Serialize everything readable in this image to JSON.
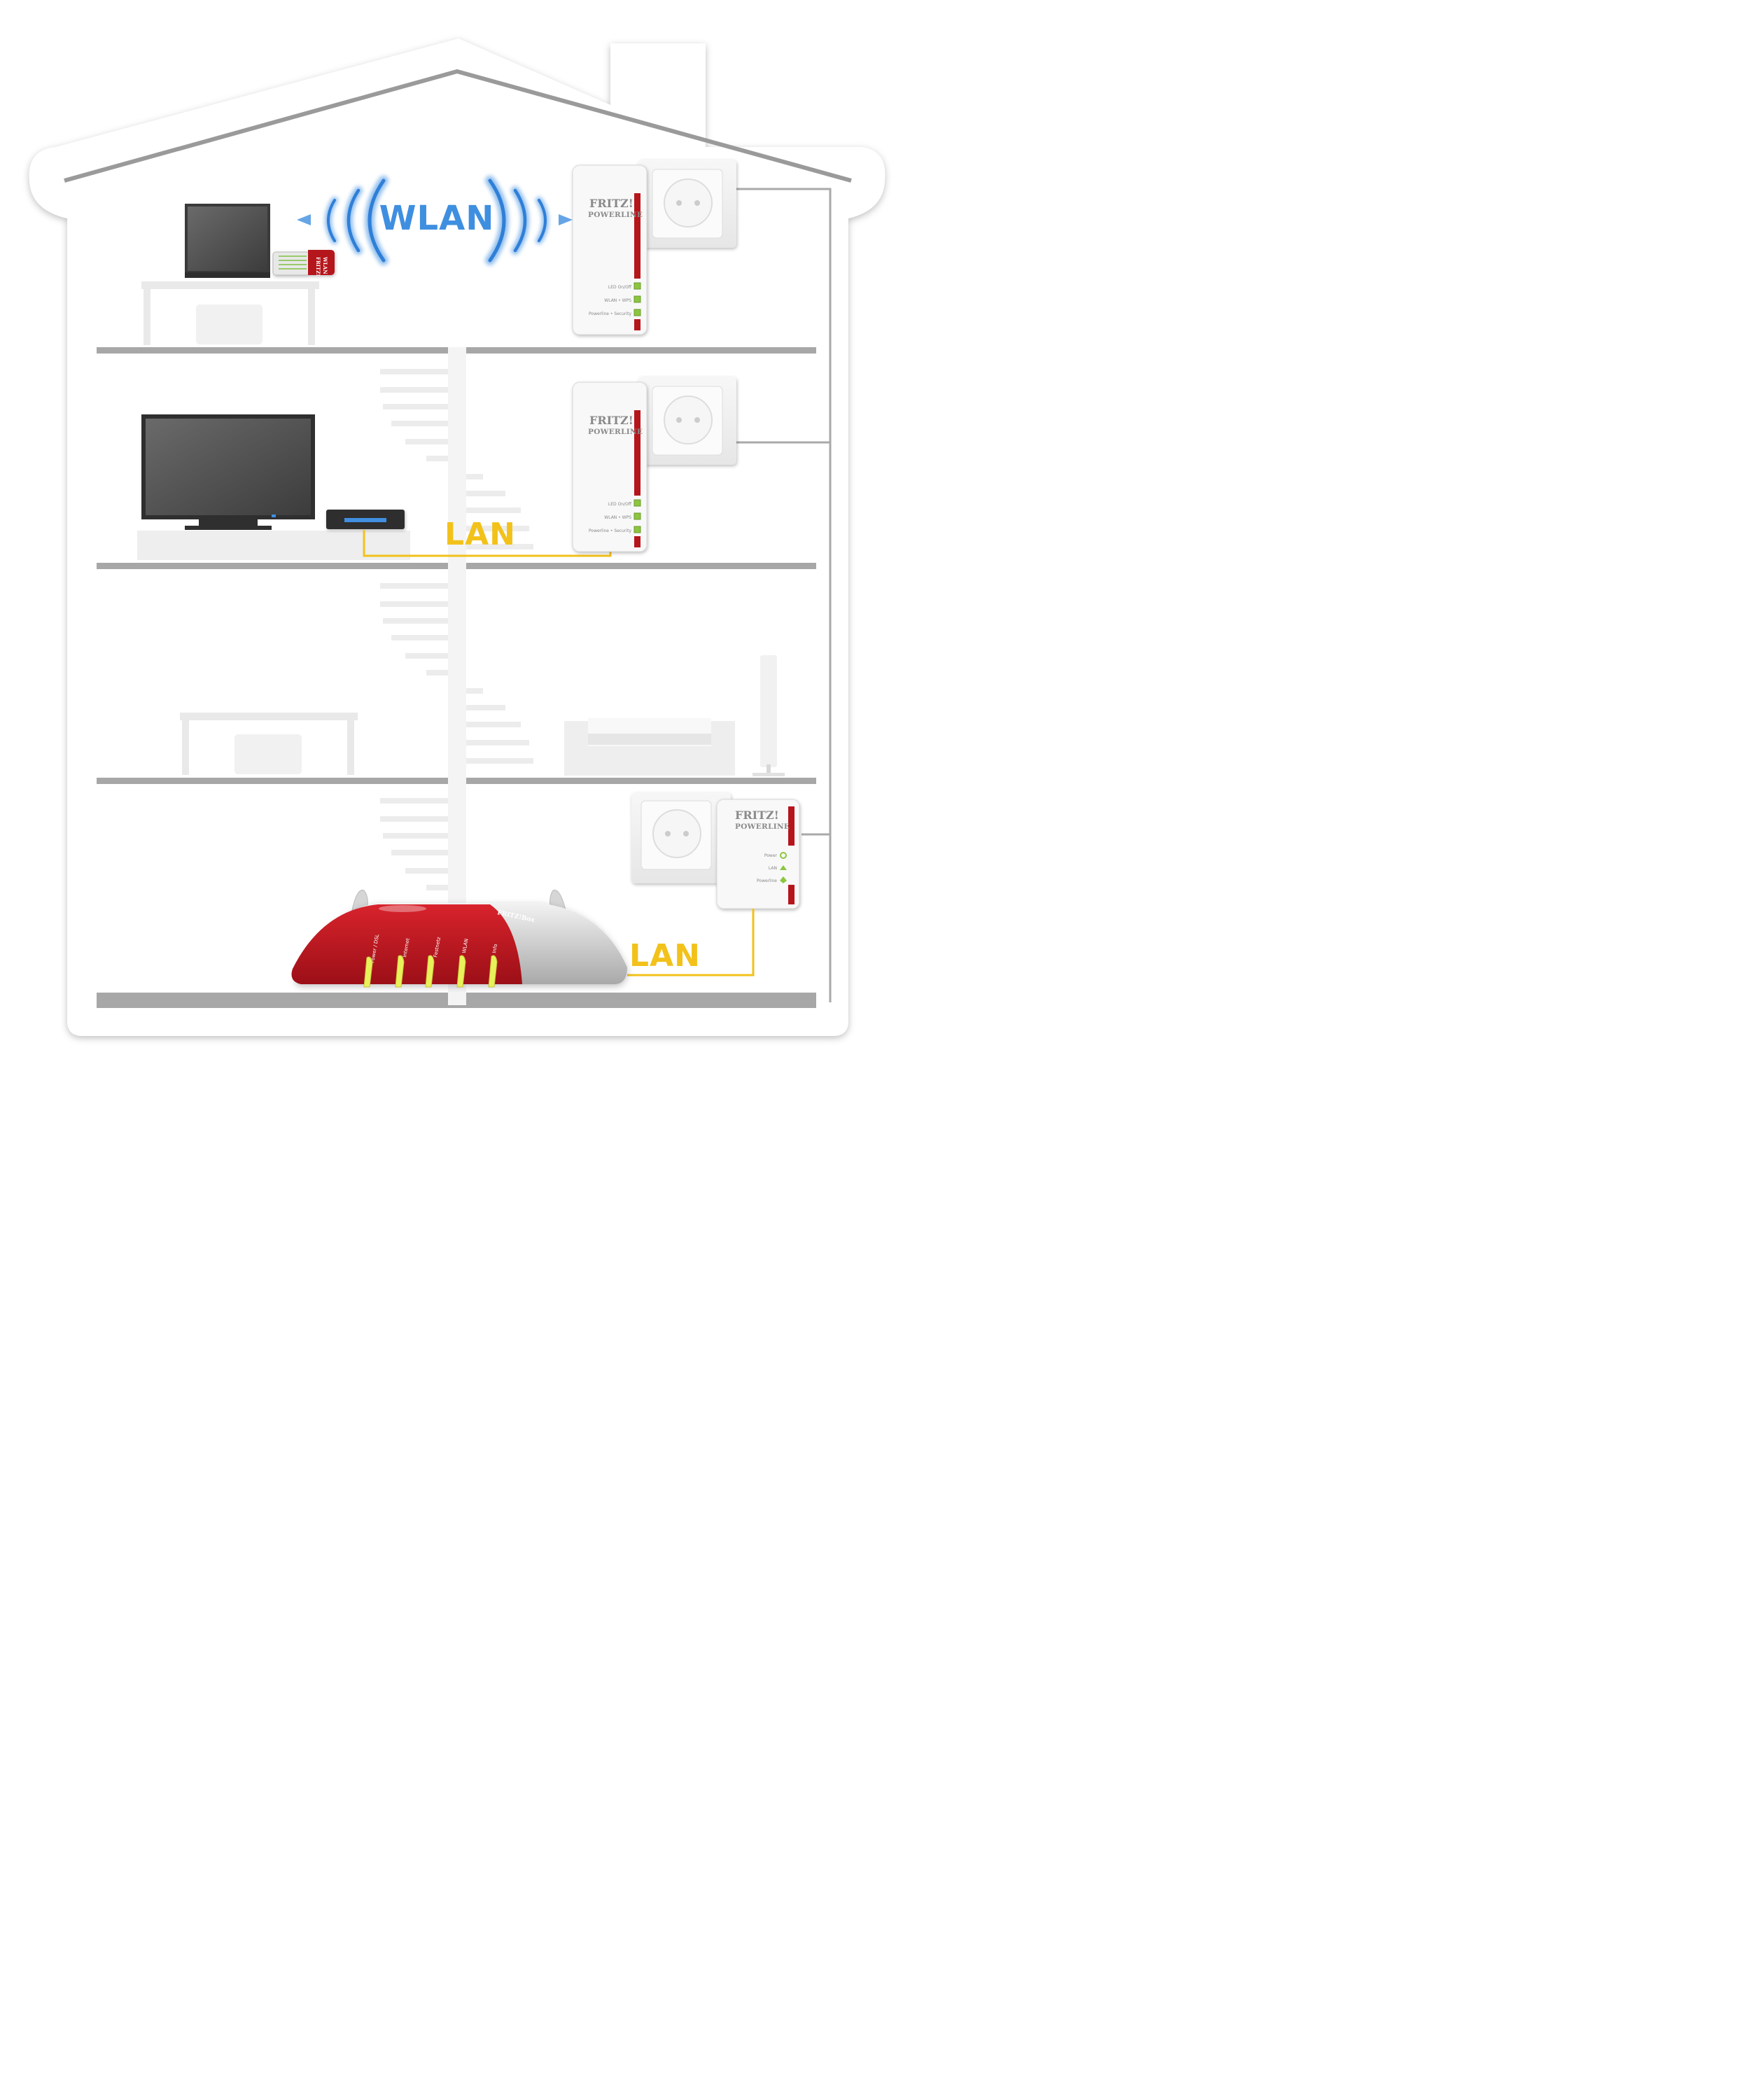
{
  "labels": {
    "wlan": "WLAN",
    "lan_upper": "LAN",
    "lan_lower": "LAN"
  },
  "adapters": {
    "brand_line1": "FRITZ!",
    "brand_line2": "POWERLINE",
    "wifi_model_leds": [
      "LED On/Off",
      "WLAN • WPS",
      "Powerline • Security"
    ],
    "basic_model_leds": [
      "Power",
      "LAN",
      "Powerline"
    ]
  },
  "router": {
    "brand": "FRITZ!Box",
    "leds": [
      "Power / DSL",
      "Internet",
      "Festnetz",
      "WLAN",
      "Info"
    ]
  },
  "usb_stick": {
    "brand": "FRITZ!",
    "label": "WLAN"
  },
  "colors": {
    "wlan_blue": "#3f8fe0",
    "lan_yellow": "#f2c21b",
    "fritz_red": "#b5121b",
    "led_green": "#8cc63f"
  }
}
